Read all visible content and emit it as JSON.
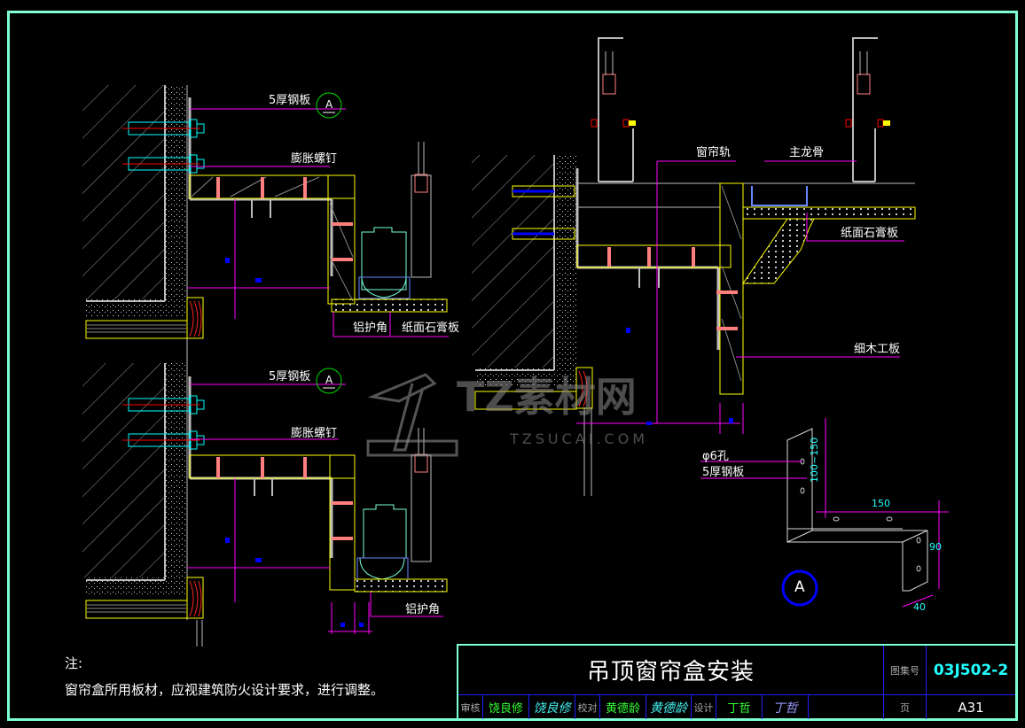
{
  "drawing": {
    "title": "吊顶窗帘盒安装",
    "labels": {
      "steel_plate_5mm_top": "5厚钢板",
      "expansion_bolt_top": "膨胀螺钉",
      "aluminum_corner_top": "铝护角",
      "gypsum_board_top": "纸面石膏板",
      "steel_plate_5mm_bottom": "5厚钢板",
      "expansion_bolt_bottom": "膨胀螺钉",
      "aluminum_corner_bottom": "铝护角",
      "curtain_track": "窗帘轨",
      "main_keel": "主龙骨",
      "gypsum_board_right": "纸面石膏板",
      "fine_wood_board": "细木工板",
      "hole_6": "φ6孔",
      "steel_plate_5mm_detail": "5厚钢板"
    },
    "detail_callout": {
      "top": "A",
      "bottom": "A",
      "large": "A"
    },
    "dimensions": {
      "height_1": "100~150",
      "width": "150",
      "height_2": "90",
      "flange": "40"
    }
  },
  "notes": {
    "heading": "注:",
    "text": "窗帘盒所用板材，应视建筑防火设计要求，进行调整。"
  },
  "title_block": {
    "title": "吊顶窗帘盒安装",
    "atlas_no_label": "图集号",
    "atlas_no": "03J502-2",
    "review_label": "审核",
    "reviewer_name": "饶良修",
    "reviewer_sign": "饶良修",
    "check_label": "校对",
    "checker_name": "黄德龄",
    "checker_sign": "黄德龄",
    "design_label": "设计",
    "designer_name": "丁哲",
    "designer_sign": "丁哲",
    "page_label": "页",
    "page": "A31"
  },
  "watermark": {
    "brand": "TZ素材网",
    "url": "TZSUCAI.COM"
  },
  "colors": {
    "frame": "#7fffd4",
    "dim": "#ff00ff",
    "outline": "#ffff00",
    "screw": "#ff7f7f",
    "bolt": "#00ffff",
    "wall": "#c0c0c0"
  }
}
